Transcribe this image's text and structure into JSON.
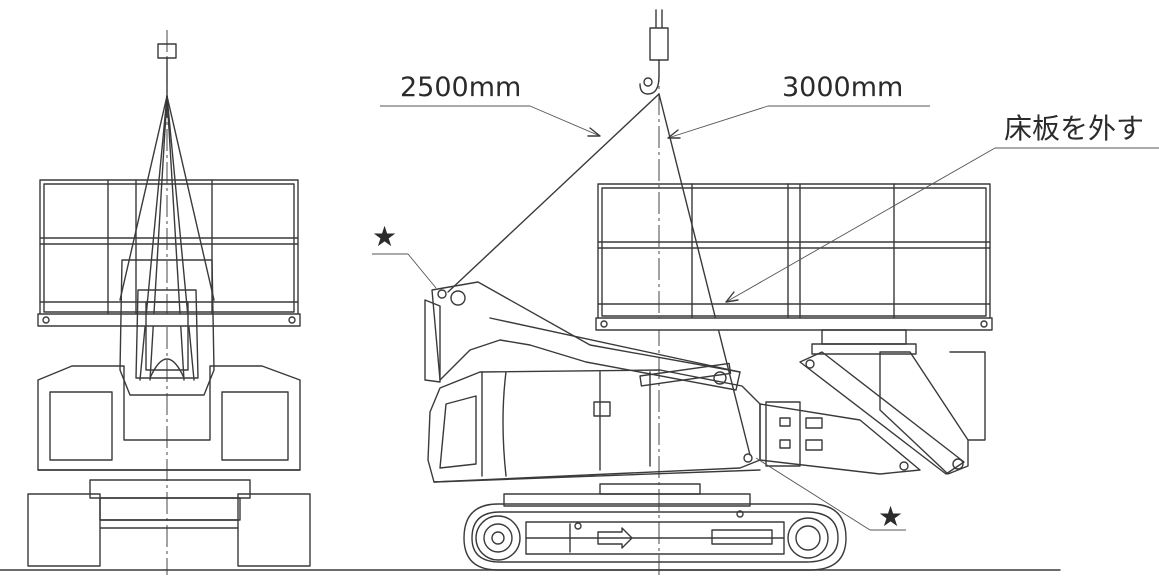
{
  "annotations": {
    "sling_left_length": "2500mm",
    "sling_right_length": "3000mm",
    "remove_floor_plate": "床板を外す",
    "marker_star": "★"
  },
  "colors": {
    "line": "#3a3a3a",
    "background": "#ffffff",
    "text": "#2b2b2b"
  }
}
